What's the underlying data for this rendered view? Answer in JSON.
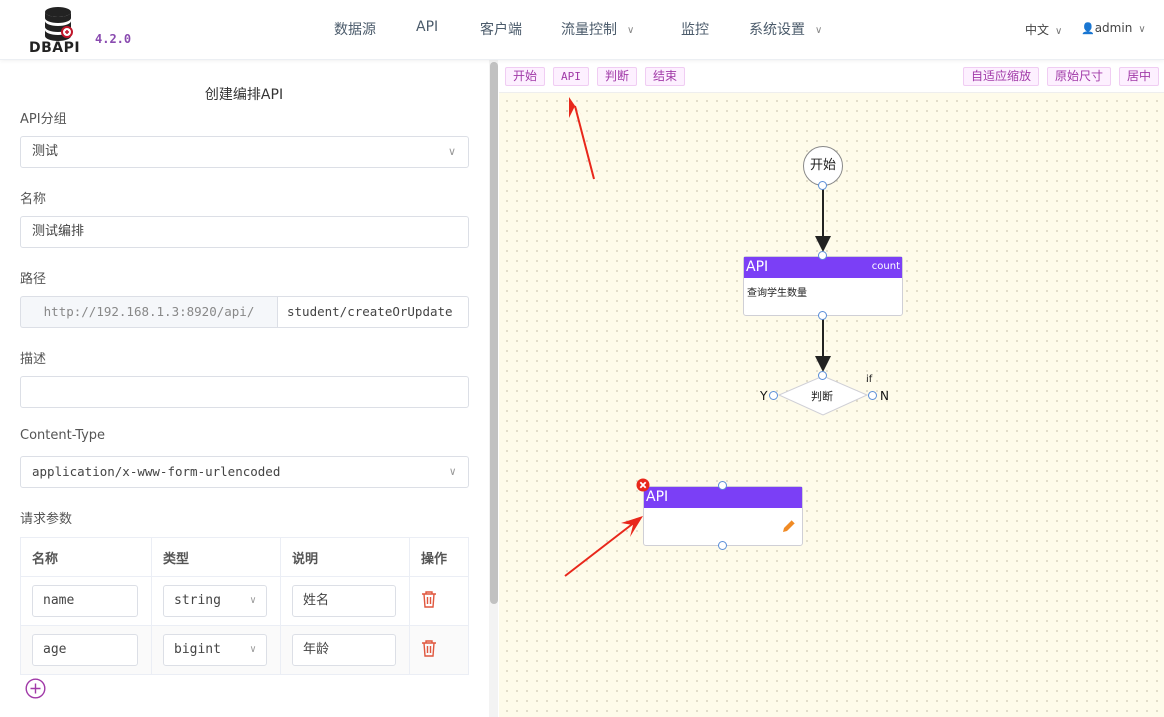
{
  "header": {
    "logo_text": "DBAPI",
    "version": "4.2.0",
    "nav": [
      {
        "label": "数据源",
        "has_dropdown": false
      },
      {
        "label": "API",
        "has_dropdown": false
      },
      {
        "label": "客户端",
        "has_dropdown": false
      },
      {
        "label": "流量控制",
        "has_dropdown": true
      },
      {
        "label": "监控",
        "has_dropdown": false
      },
      {
        "label": "系统设置",
        "has_dropdown": true
      }
    ],
    "language": "中文",
    "user": "admin"
  },
  "form": {
    "title": "创建编排API",
    "group_label": "API分组",
    "group_value": "测试",
    "name_label": "名称",
    "name_value": "测试编排",
    "path_label": "路径",
    "path_prefix": "http://192.168.1.3:8920/api/",
    "path_value": "student/createOrUpdate",
    "desc_label": "描述",
    "desc_value": "",
    "content_type_label": "Content-Type",
    "content_type_value": "application/x-www-form-urlencoded",
    "params_label": "请求参数",
    "params_columns": [
      "名称",
      "类型",
      "说明",
      "操作"
    ],
    "params": [
      {
        "name": "name",
        "type": "string",
        "desc": "姓名"
      },
      {
        "name": "age",
        "type": "bigint",
        "desc": "年龄"
      }
    ]
  },
  "toolbar": {
    "left": [
      "开始",
      "API",
      "判断",
      "结束"
    ],
    "right": [
      "自适应缩放",
      "原始尺寸",
      "居中"
    ]
  },
  "flow": {
    "start_label": "开始",
    "api_node_1": {
      "title": "API",
      "tag": "count",
      "body": "查询学生数量"
    },
    "judge": {
      "label": "判断",
      "tag": "if",
      "yes": "Y",
      "no": "N"
    },
    "api_node_2": {
      "title": "API"
    }
  },
  "colors": {
    "accent": "#7b3ff6",
    "toolbar_text": "#a13aa8",
    "arrow": "#e8271b",
    "canvas_bg": "#fefbea"
  }
}
